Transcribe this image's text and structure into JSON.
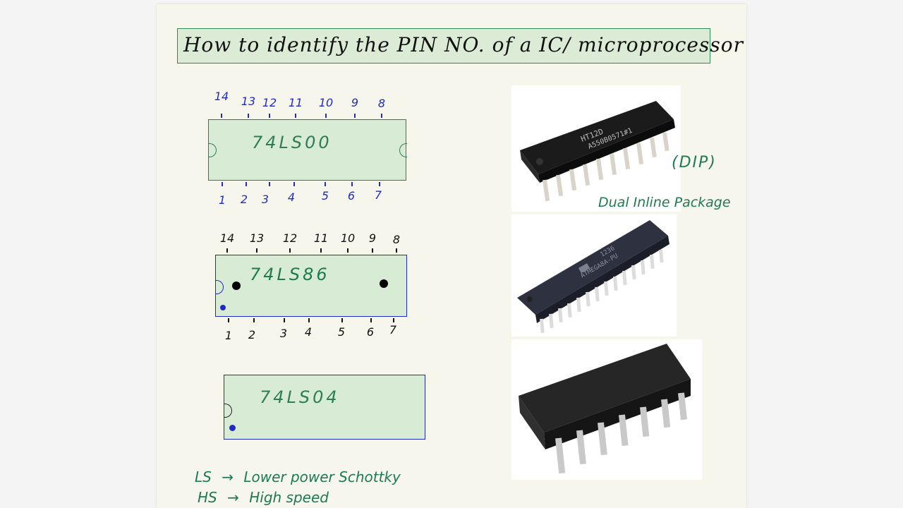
{
  "title": "How to identify the PIN NO. of a IC/ microprocessor",
  "chips": [
    {
      "label": "74LS00",
      "top_pins": [
        "14",
        "13",
        "12",
        "11",
        "10",
        "9",
        "8"
      ],
      "bottom_pins": [
        "1",
        "2",
        "3",
        "4",
        "5",
        "6",
        "7"
      ]
    },
    {
      "label": "74LS86",
      "top_pins": [
        "14",
        "13",
        "12",
        "11",
        "10",
        "9",
        "8"
      ],
      "bottom_pins": [
        "1",
        "2",
        "3",
        "4",
        "5",
        "6",
        "7"
      ]
    },
    {
      "label": "74LS04"
    }
  ],
  "annotations": {
    "dip": "(DIP)",
    "dip_full": "Dual Inline Package"
  },
  "notes": [
    {
      "abbr": "LS",
      "arrow": "→",
      "text": "Lower power Schottky"
    },
    {
      "abbr": "HS",
      "arrow": "→",
      "text": "High speed"
    }
  ],
  "chip_markings": {
    "photo1_line1": "HT12D",
    "photo1_line2": "A550B0571#1",
    "photo2_line1": "1236",
    "photo2_line2": "ATMEGA8A-PU"
  },
  "colors": {
    "chip_fill": "#d8ebd5",
    "ink_green": "#1f7a4f",
    "ink_blue": "#1f2cc4",
    "ink_black": "#111111"
  }
}
